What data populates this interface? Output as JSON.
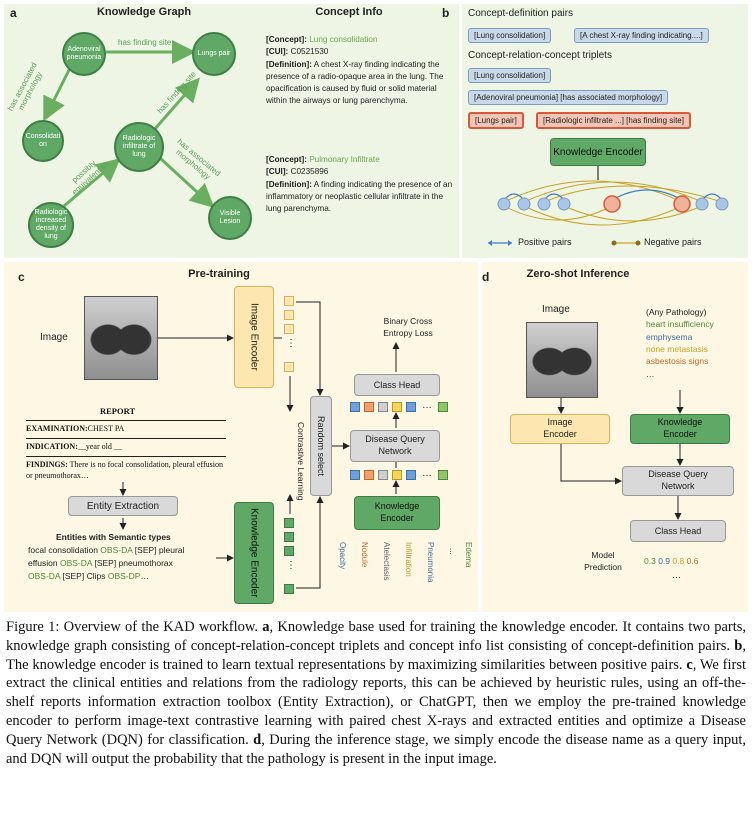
{
  "panel_a": {
    "label": "a",
    "title_graph": "Knowledge Graph",
    "title_info": "Concept Info",
    "nodes": {
      "adenoviral": "Adenoviral pneumonia",
      "lungs_pair": "Lungs pair",
      "consolidation": "Consolidati on",
      "radiologic_infiltrate": "Radiologic infiltrate of lung",
      "radiologic_density": "Radiologic increased density of lung",
      "visible_lesion": "Visible Lesion"
    },
    "edges": {
      "has_finding_site_1": "has finding site",
      "has_assoc_morph_1": "has associated morphology",
      "has_finding_site_2": "has finding site",
      "possibly_equiv": "possibly equivalent to",
      "has_assoc_morph_2": "has associated morphology"
    },
    "concept1": {
      "concept_key": "[Concept]:",
      "concept_val": "Lung consolidation",
      "cui_key": "[CUI]:",
      "cui_val": "C0521530",
      "def_key": "[Definition]:",
      "def_val": "A chest X-ray finding indicating the presence of a radio-opaque area in the lung. The opacification is caused by fluid or solid material within the airways or lung parenchyma."
    },
    "concept2": {
      "concept_key": "[Concept]:",
      "concept_val": "Pulmonary Infiltrate",
      "cui_key": "[CUI]:",
      "cui_val": "C0235896",
      "def_key": "[Definition]:",
      "def_val": "A finding indicating the presence of an inflammatory or neoplastic cellular infiltrate in the lung parenchyma."
    }
  },
  "panel_b": {
    "label": "b",
    "heading1": "Concept-definition pairs",
    "pair1_a": "[Lung consolidation]",
    "pair1_b": "[A chest X-ray finding indicating....]",
    "heading2": "Concept-relation-concept triplets",
    "triplet1": "[Lung consolidation]",
    "triplet2": "[Adenoviral pneumonia] [has associated morphology]",
    "triplet3_a": "[Lungs pair]",
    "triplet3_b": "[Radiologic infiltrate ...] [has finding site]",
    "encoder": "Knowledge Encoder",
    "legend_pos": "Positive pairs",
    "legend_neg": "Negative pairs"
  },
  "panel_c": {
    "label": "c",
    "title": "Pre-training",
    "image_label": "Image",
    "image_encoder": "Image Encoder",
    "contrastive": "Contrastive Learning",
    "random_select": "Random select",
    "bce": "Binary Cross Entropy Loss",
    "class_head": "Class Head",
    "dqn": "Disease Query Network",
    "knowledge_encoder": "Knowledge Encoder",
    "knowledge_encoder_vert": "Knowledge Encoder",
    "report_title": "REPORT",
    "examination_key": "EXAMINATION:",
    "examination_val": "CHEST PA",
    "indication_key": "INDICATION:",
    "indication_val": "__year old __",
    "findings_key": "FINDINGS:",
    "findings_val": "There is no focal consolidation, pleural effusion or pneumothorax…",
    "entity_extraction": "Entity Extraction",
    "entities_title": "Entities with Semantic types",
    "ent_line1a": "focal consolidation ",
    "ent_line1b": "OBS-DA",
    "ent_line1c": " [SEP] pleural",
    "ent_line2a": "effusion ",
    "ent_line2b": "OBS-DA",
    "ent_line2c": " [SEP] pneumothorax",
    "ent_line3a": "OBS-DA",
    "ent_line3b": " [SEP] Clips ",
    "ent_line3c": "OBS-DP",
    "ent_line3d": "…",
    "diseases": [
      "Opacity",
      "Nodule",
      "Atelectasis",
      "Infiltration",
      "Pneumonia",
      "...",
      "Edema"
    ],
    "ellipsis": "…",
    "vdots": "⋮"
  },
  "panel_d": {
    "label": "d",
    "title": "Zero-shot Inference",
    "image_label": "Image",
    "image_encoder": "Image Encoder",
    "any_pathology": "(Any Pathology)",
    "path1": "heart insufficiency",
    "path2": "emphysema",
    "path3": "none metastasis",
    "path4": "asbestosis signs",
    "path_more": "…",
    "knowledge_encoder": "Knowledge Encoder",
    "dqn": "Disease Query Network",
    "class_head": "Class Head",
    "model_prediction": "Model Prediction",
    "pred_values": [
      "0.3",
      "0.9",
      "0.8",
      "0.6"
    ],
    "pred_more": "…"
  },
  "caption": {
    "fig": "Figure 1: Overview of the KAD workflow. ",
    "a_l": "a",
    "a_t": ", Knowledge base used for training the knowledge encoder. It contains two parts, knowledge graph consisting of concept-relation-concept triplets and concept info list consisting of concept-definition pairs. ",
    "b_l": "b",
    "b_t": ", The knowledge encoder is trained to learn textual representations by maximizing similarities between positive pairs. ",
    "c_l": "c",
    "c_t": ", We first extract the clinical entities and relations from the radiology reports, this can be achieved by heuristic rules, using an off-the-shelf reports information extraction toolbox (Entity Extraction), or ChatGPT, then we employ the pre-trained knowledge encoder to perform image-text contrastive learning with paired chest X-rays and extracted entities and optimize a Disease Query Network (DQN) for classification. ",
    "d_l": "d",
    "d_t": ", During the inference stage, we simply encode the disease name as a query input, and DQN will output the probability that the pathology is present in the input image."
  },
  "colors": {
    "bg_top": "#eef5e4",
    "bg_bottom": "#fdf7e4",
    "green": "#5fa866",
    "yellow": "#fde6b0",
    "grey": "#d9d9d9",
    "blue_pill": "#c9d9ea",
    "red_pill": "#f2c6b6"
  }
}
